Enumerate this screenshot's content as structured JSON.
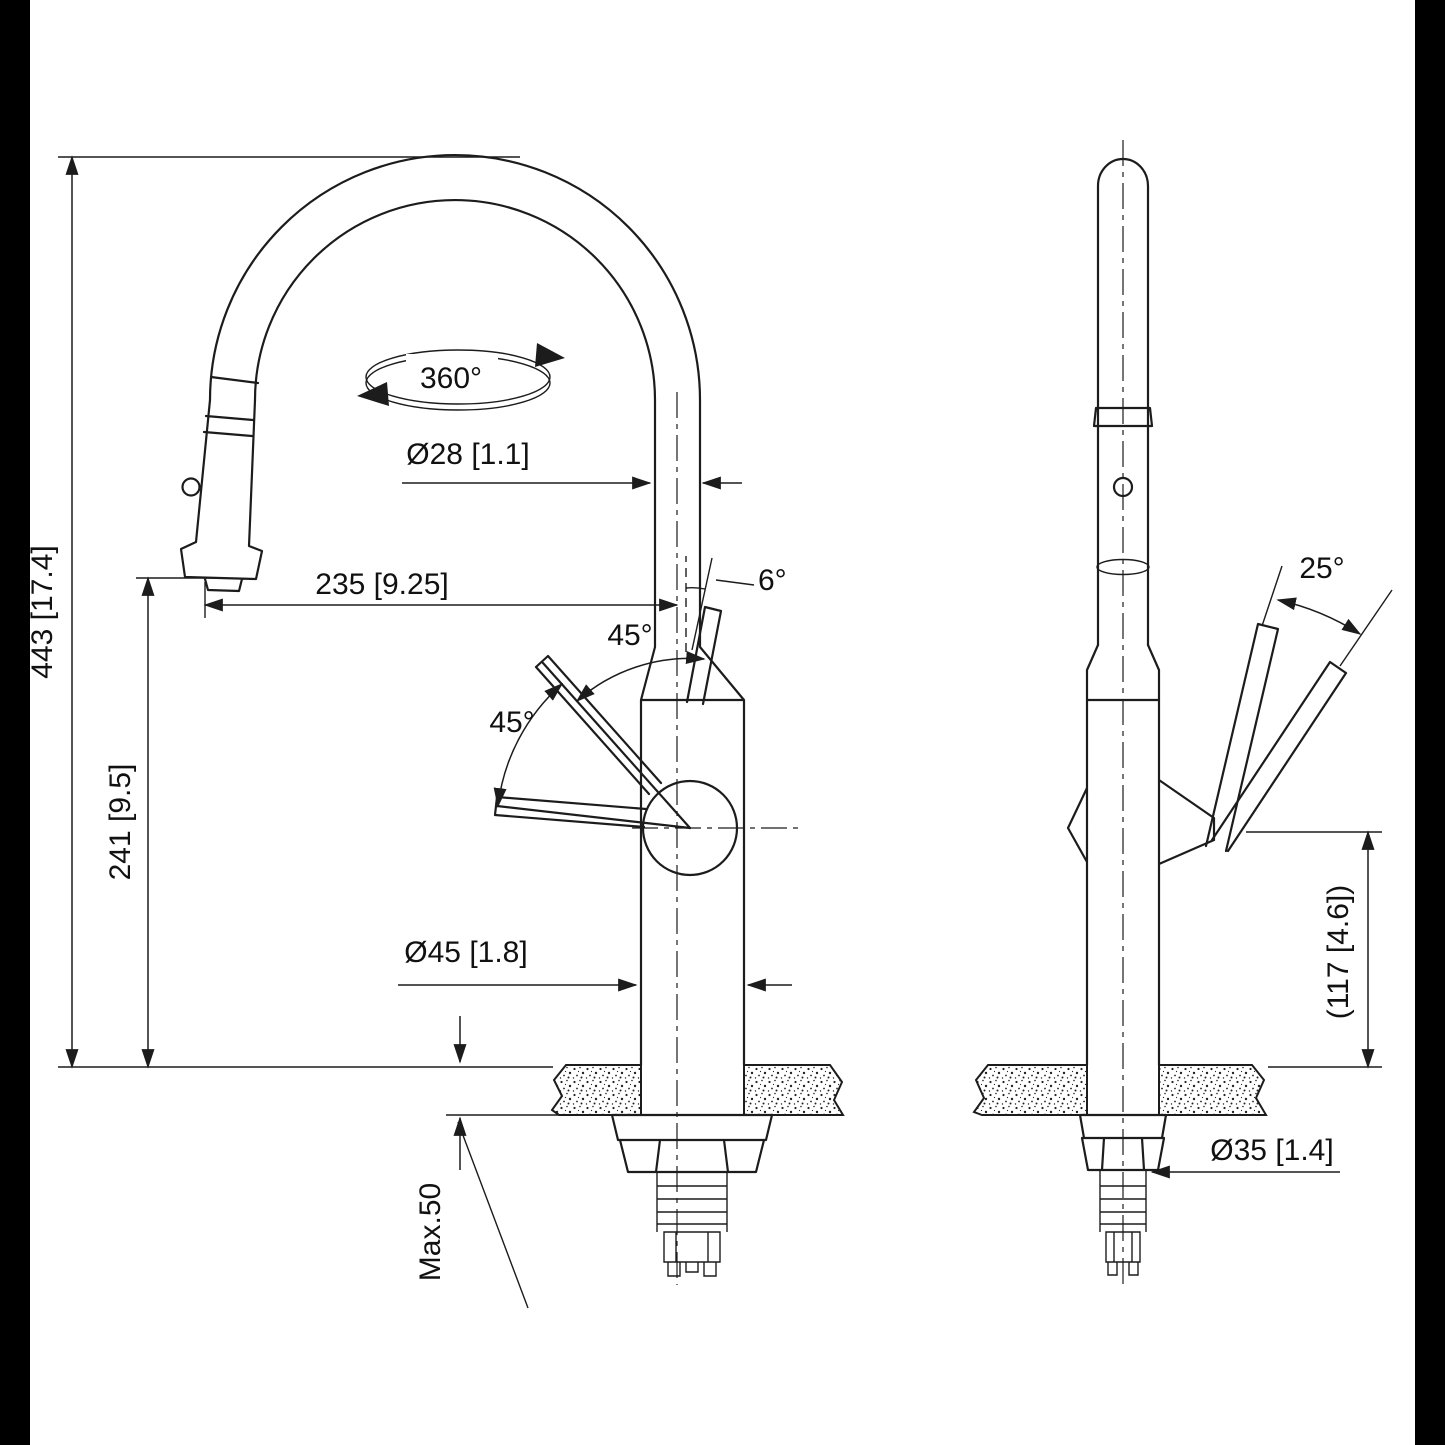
{
  "page": {
    "background": "#ffffff",
    "line_color": "#1c1c1c",
    "frame_color": "#000000"
  },
  "labels": {
    "total_height": "443 [17.4]",
    "spout_height": "241 [9.5]",
    "spout_reach": "235 [9.25]",
    "spout_tube_diameter": "Ø28 [1.1]",
    "body_diameter": "Ø45 [1.8]",
    "swivel_angle": "360°",
    "handle_angle_upper": "45°",
    "handle_angle_lower": "45°",
    "handle_rest_angle": "6°",
    "side_handle_angle": "25°",
    "handle_height": "(117 [4.6])",
    "mounting_hole_diameter": "Ø35 [1.4]",
    "max_deck_thickness": "Max.50"
  }
}
